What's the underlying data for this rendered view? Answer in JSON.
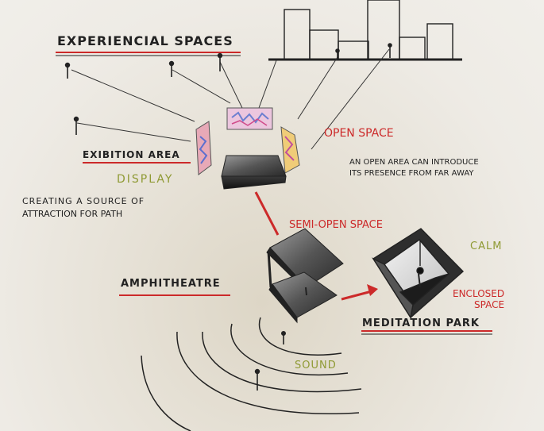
{
  "labels": {
    "title": "EXPERIENCIAL SPACES",
    "open_space": "OPEN SPACE",
    "open_space_note_1": "AN    OPEN AREA CAN INTRODUCE",
    "open_space_note_2": "ITS   PRESENCE FROM FAR AWAY",
    "exibition_area": "EXIBITION AREA",
    "display": "DISPLAY",
    "attraction_1": "CREATING A SOURCE OF",
    "attraction_2": "ATTRACTION  FOR PATH",
    "semi_open_space": "SEMI-OPEN SPACE",
    "calm": "CALM",
    "amphitheatre": "AMPHITHEATRE",
    "enclosed_1": "ENCLOSED",
    "enclosed_2": "SPACE",
    "meditation_park": "MEDITATION PARK",
    "sound": "SOUND"
  },
  "colors": {
    "ink": "#222222",
    "red": "#cc2a2a",
    "green": "#8f9a34",
    "paper": "#efece6"
  }
}
